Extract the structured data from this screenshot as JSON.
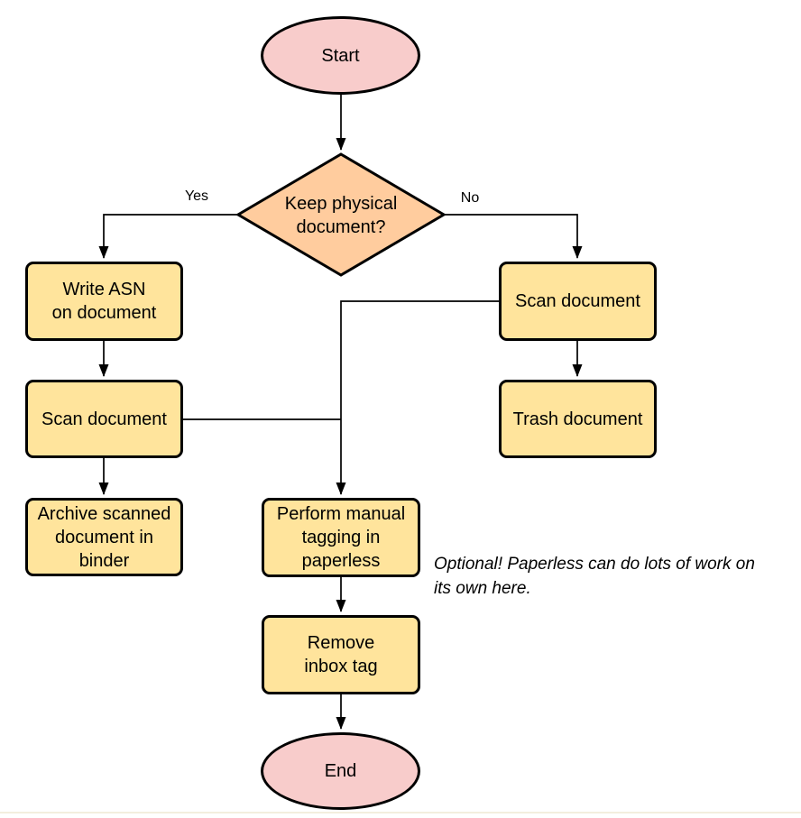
{
  "diagram": {
    "colors": {
      "terminal_fill": "#f8cccb",
      "decision_fill": "#ffcc9e",
      "process_fill": "#ffe49c",
      "stroke": "#000000",
      "page_edge_line": "#f0ead6"
    },
    "nodes": {
      "start": {
        "type": "terminal",
        "label": "Start"
      },
      "decision": {
        "type": "decision",
        "label": "Keep physical\ndocument?"
      },
      "write_asn": {
        "type": "process",
        "label": "Write ASN\non document"
      },
      "scan_left": {
        "type": "process",
        "label": "Scan document"
      },
      "archive": {
        "type": "process",
        "label": "Archive scanned\ndocument in\nbinder"
      },
      "scan_right": {
        "type": "process",
        "label": "Scan document"
      },
      "trash": {
        "type": "process",
        "label": "Trash document"
      },
      "tagging": {
        "type": "process",
        "label": "Perform manual\ntagging in\npaperless"
      },
      "remove_inbox": {
        "type": "process",
        "label": "Remove\ninbox tag"
      },
      "end": {
        "type": "terminal",
        "label": "End"
      }
    },
    "edge_labels": {
      "yes": "Yes",
      "no": "No"
    },
    "annotation": "Optional! Paperless can do lots of work on\nits own here."
  }
}
